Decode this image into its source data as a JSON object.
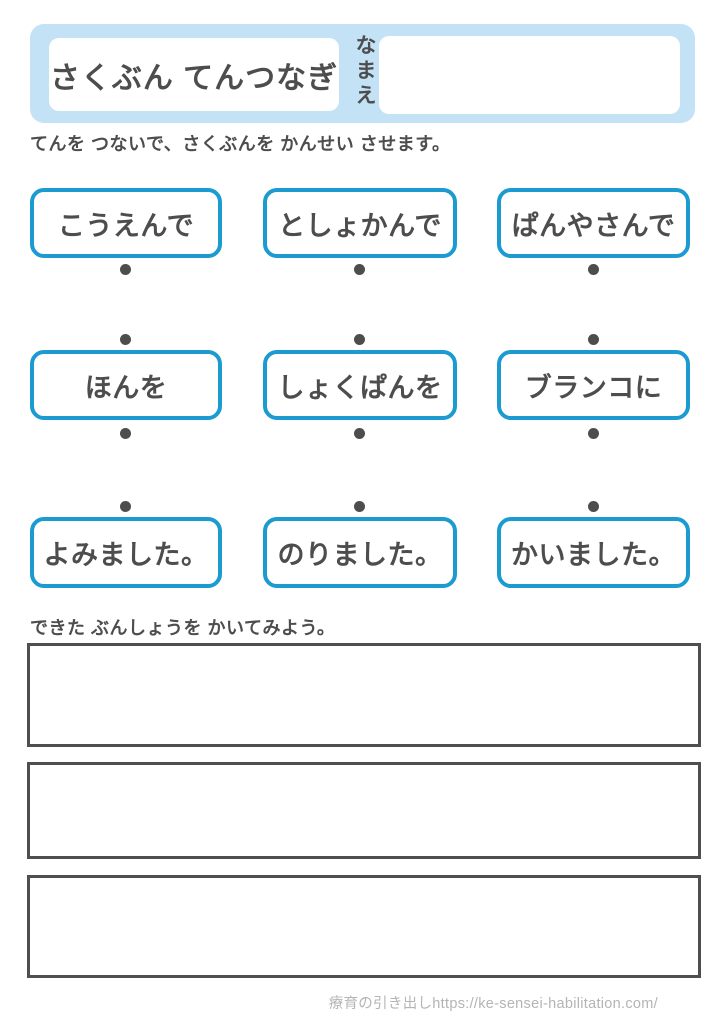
{
  "header": {
    "title": "さくぶん てんつなぎ",
    "name_label": "なまえ",
    "name_value": ""
  },
  "instructions": {
    "top": "てんを つないで、さくぶんを かんせい させます。",
    "bottom": "できた ぶんしょうを かいてみよう。"
  },
  "grid": {
    "rows": [
      {
        "cells": [
          "こうえんで",
          "としょかんで",
          "ぱんやさんで"
        ]
      },
      {
        "cells": [
          "ほんを",
          "しょくぱんを",
          "ブランコに"
        ]
      },
      {
        "cells": [
          "よみました。",
          "のりました。",
          "かいました。"
        ]
      }
    ]
  },
  "writing_areas": {
    "count": 3,
    "values": [
      "",
      "",
      ""
    ]
  },
  "footer": {
    "credit": "療育の引き出しhttps://ke-sensei-habilitation.com/"
  },
  "icons": {
    "connection_dot": "circle-shape"
  },
  "colors": {
    "band_blue": "#c3e2f5",
    "accent_blue": "#1b9bd0",
    "text_dark": "#4d4d4d",
    "footer_gray": "#b4b4b4",
    "background": "#ffffff"
  }
}
